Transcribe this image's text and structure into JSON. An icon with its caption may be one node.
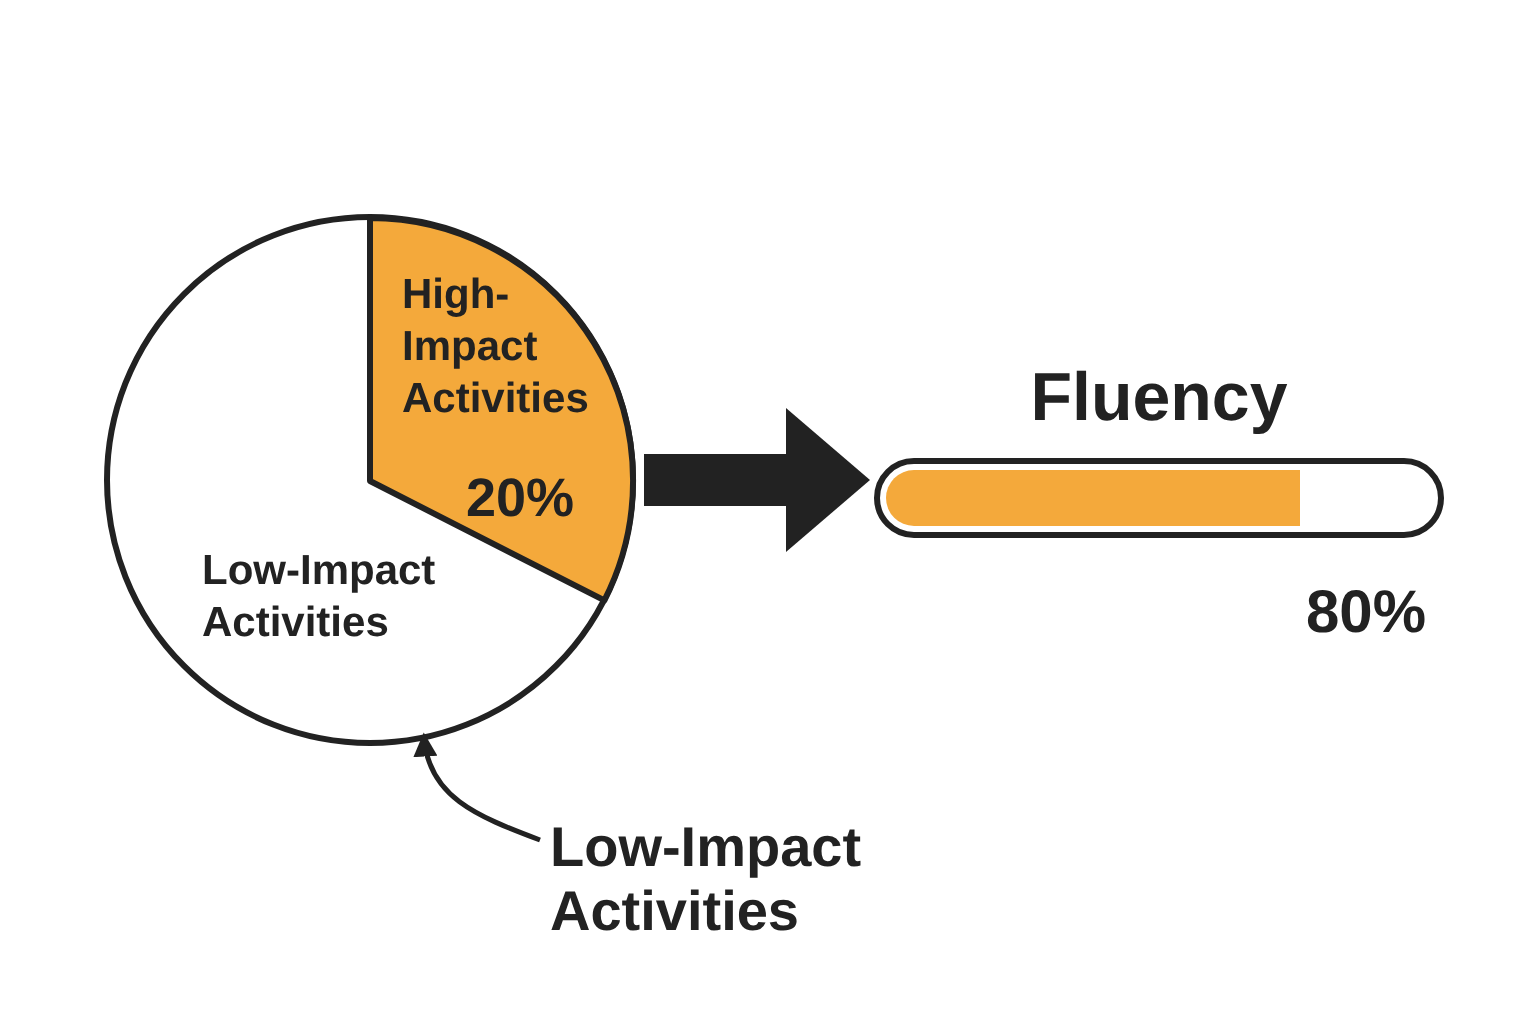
{
  "diagram": {
    "nodes": [
      {
        "text": [
          "Low-Impact Activities"
        ]
      },
      {
        "text": [
          "High-Impact Activities",
          "20%"
        ],
        "in": 0
      },
      {
        "text": [
          "Fluency"
        ],
        "beside": [
          "80%"
        ]
      },
      {
        "text": [
          "Low-Impact Activities"
        ]
      }
    ],
    "edges": [
      {
        "from": 1,
        "to": 2,
        "arrow": "to",
        "style": "thick"
      },
      {
        "from": 3,
        "to": 0,
        "arrow": "to"
      }
    ]
  }
}
